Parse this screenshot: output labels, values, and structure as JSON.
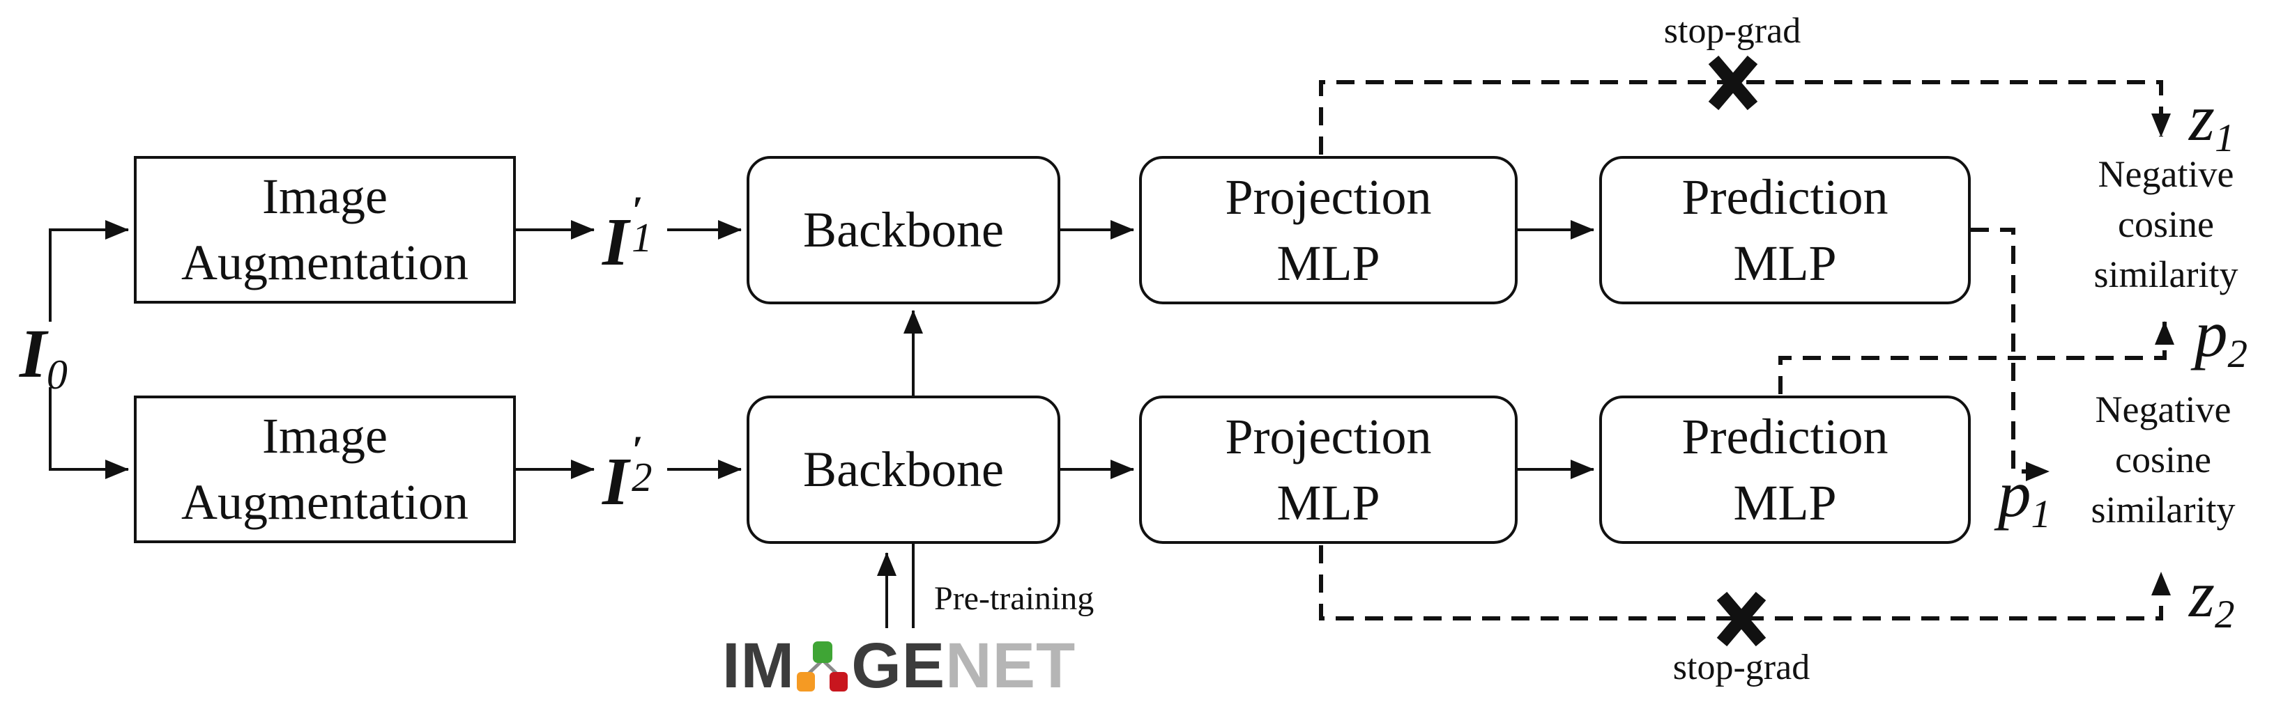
{
  "figure": {
    "input_label": {
      "base": "I",
      "sub": "0"
    },
    "view1_label": {
      "base": "I",
      "prime": "′",
      "sub": "1"
    },
    "view2_label": {
      "base": "I",
      "prime": "′",
      "sub": "2"
    },
    "boxes": {
      "aug_top": {
        "line1": "Image",
        "line2": "Augmentation"
      },
      "aug_bottom": {
        "line1": "Image",
        "line2": "Augmentation"
      },
      "backbone_top": {
        "line1": "Backbone"
      },
      "backbone_bottom": {
        "line1": "Backbone"
      },
      "projection_top": {
        "line1": "Projection",
        "line2": "MLP"
      },
      "projection_bottom": {
        "line1": "Projection",
        "line2": "MLP"
      },
      "prediction_top": {
        "line1": "Prediction",
        "line2": "MLP"
      },
      "prediction_bottom": {
        "line1": "Prediction",
        "line2": "MLP"
      }
    },
    "stop_grad_top": "stop-grad",
    "stop_grad_bottom": "stop-grad",
    "pre_training": "Pre-training",
    "z1": {
      "base": "z",
      "sub": "1"
    },
    "z2": {
      "base": "z",
      "sub": "2"
    },
    "p1": {
      "base": "p",
      "sub": "1"
    },
    "p2": {
      "base": "p",
      "sub": "2"
    },
    "similarity_top": {
      "line1": "Negative",
      "line2": "cosine",
      "line3": "similarity"
    },
    "similarity_bottom": {
      "line1": "Negative",
      "line2": "cosine",
      "line3": "similarity"
    },
    "imagenet_logo": {
      "im": "IM",
      "ge": "GE",
      "net": "NET"
    },
    "colors": {
      "line": "#111111",
      "tree_green": "#3fa535",
      "tree_orange": "#f59a23",
      "tree_red": "#c8161e",
      "stem_gray": "#8a8a8a",
      "logo_dark": "#3c3c3c",
      "logo_light": "#b5b5b5"
    }
  }
}
